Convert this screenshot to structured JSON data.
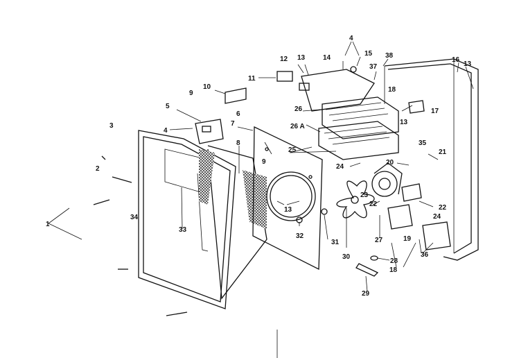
{
  "callouts": [
    {
      "id": "c1",
      "text": "1"
    },
    {
      "id": "c2",
      "text": "2"
    },
    {
      "id": "c3",
      "text": "3"
    },
    {
      "id": "c4",
      "text": "4"
    },
    {
      "id": "c4b",
      "text": "4"
    },
    {
      "id": "c5",
      "text": "5"
    },
    {
      "id": "c6",
      "text": "6"
    },
    {
      "id": "c7",
      "text": "7"
    },
    {
      "id": "c8",
      "text": "8"
    },
    {
      "id": "c9",
      "text": "9"
    },
    {
      "id": "c9b",
      "text": "9"
    },
    {
      "id": "c10",
      "text": "10"
    },
    {
      "id": "c11",
      "text": "11"
    },
    {
      "id": "c12",
      "text": "12"
    },
    {
      "id": "c13a",
      "text": "13"
    },
    {
      "id": "c13b",
      "text": "13"
    },
    {
      "id": "c13c",
      "text": "13"
    },
    {
      "id": "c13d",
      "text": "13"
    },
    {
      "id": "c14",
      "text": "14"
    },
    {
      "id": "c15",
      "text": "15"
    },
    {
      "id": "c16",
      "text": "16"
    },
    {
      "id": "c17",
      "text": "17"
    },
    {
      "id": "c18a",
      "text": "18"
    },
    {
      "id": "c18b",
      "text": "18"
    },
    {
      "id": "c19",
      "text": "19"
    },
    {
      "id": "c20",
      "text": "20"
    },
    {
      "id": "c21",
      "text": "21"
    },
    {
      "id": "c22a",
      "text": "22"
    },
    {
      "id": "c22b",
      "text": "22"
    },
    {
      "id": "c23",
      "text": "23"
    },
    {
      "id": "c24a",
      "text": "24"
    },
    {
      "id": "c24b",
      "text": "24"
    },
    {
      "id": "c25",
      "text": "25"
    },
    {
      "id": "c26",
      "text": "26"
    },
    {
      "id": "c26a",
      "text": "26 A"
    },
    {
      "id": "c27",
      "text": "27"
    },
    {
      "id": "c28",
      "text": "28"
    },
    {
      "id": "c29",
      "text": "29"
    },
    {
      "id": "c30",
      "text": "30"
    },
    {
      "id": "c31",
      "text": "31"
    },
    {
      "id": "c32",
      "text": "32"
    },
    {
      "id": "c33",
      "text": "33"
    },
    {
      "id": "c34",
      "text": "34"
    },
    {
      "id": "c35",
      "text": "35"
    },
    {
      "id": "c36",
      "text": "36"
    },
    {
      "id": "c37",
      "text": "37"
    },
    {
      "id": "c38",
      "text": "38"
    }
  ]
}
